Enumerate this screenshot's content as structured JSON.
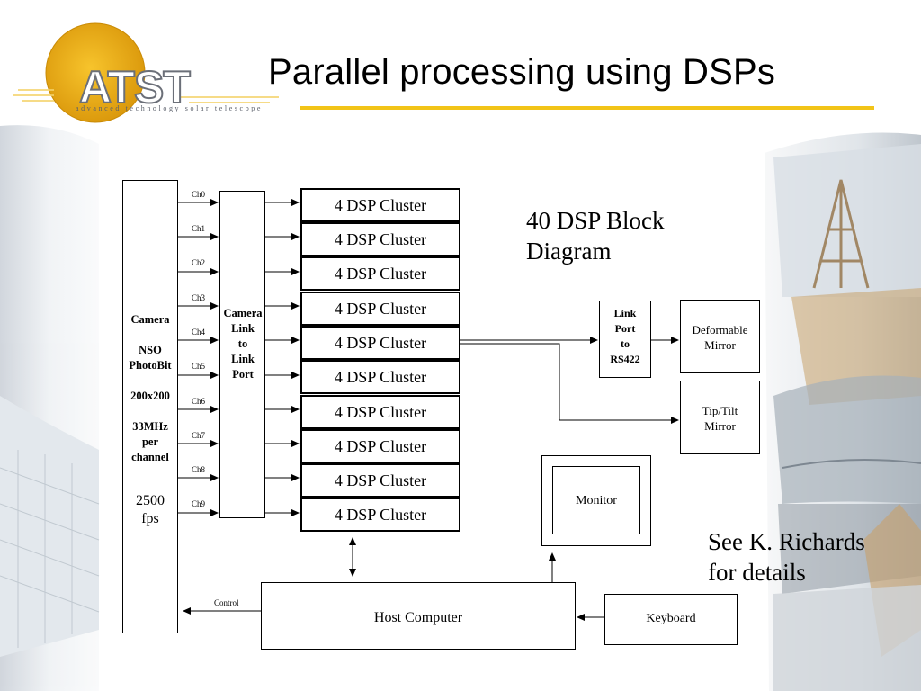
{
  "title": "Parallel processing using DSPs",
  "logo": {
    "name": "ATST",
    "tagline": "advanced technology solar telescope"
  },
  "camera": {
    "lines": [
      "Camera",
      "",
      "NSO",
      "PhotoBit",
      "",
      "200x200",
      "",
      "33MHz",
      "per",
      "channel"
    ],
    "fps": "2500",
    "fps_unit": "fps"
  },
  "channels": [
    "Ch0",
    "Ch1",
    "Ch2",
    "Ch3",
    "Ch4",
    "Ch5",
    "Ch6",
    "Ch7",
    "Ch8",
    "Ch9"
  ],
  "camera_link": [
    "Camera",
    "Link",
    "to",
    "Link",
    "Port"
  ],
  "dsp_clusters": [
    "4 DSP Cluster",
    "4 DSP Cluster",
    "4 DSP Cluster",
    "4 DSP Cluster",
    "4 DSP Cluster",
    "4 DSP Cluster",
    "4 DSP Cluster",
    "4 DSP Cluster",
    "4 DSP Cluster",
    "4 DSP Cluster"
  ],
  "block_title": [
    "40 DSP Block",
    "Diagram"
  ],
  "link_port": [
    "Link",
    "Port",
    "to",
    "RS422"
  ],
  "deformable": [
    "Deformable",
    "Mirror"
  ],
  "tiptilt": [
    "Tip/Tilt",
    "Mirror"
  ],
  "monitor": "Monitor",
  "host": "Host Computer",
  "keyboard": "Keyboard",
  "control": "Control",
  "note": [
    "See K. Richards",
    "for details"
  ],
  "colors": {
    "accent": "#f2c418",
    "logo_gold": "#e5a50a"
  }
}
